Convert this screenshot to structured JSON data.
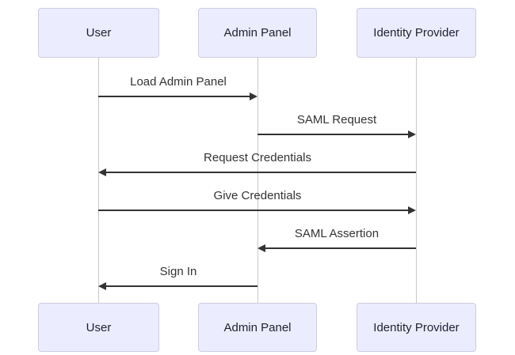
{
  "diagram": {
    "type": "sequence-diagram",
    "actors": [
      {
        "id": "user",
        "label": "User"
      },
      {
        "id": "admin-panel",
        "label": "Admin Panel"
      },
      {
        "id": "identity-provider",
        "label": "Identity Provider"
      }
    ],
    "messages": [
      {
        "from": "User",
        "to": "Admin Panel",
        "label": "Load Admin Panel",
        "direction": "right"
      },
      {
        "from": "Admin Panel",
        "to": "Identity Provider",
        "label": "SAML Request",
        "direction": "right"
      },
      {
        "from": "Identity Provider",
        "to": "User",
        "label": "Request Credentials",
        "direction": "left"
      },
      {
        "from": "User",
        "to": "Identity Provider",
        "label": "Give Credentials",
        "direction": "right"
      },
      {
        "from": "Identity Provider",
        "to": "Admin Panel",
        "label": "SAML Assertion",
        "direction": "left"
      },
      {
        "from": "Admin Panel",
        "to": "User",
        "label": "Sign In",
        "direction": "left"
      }
    ],
    "colors": {
      "actor_fill": "#ECECFF",
      "actor_border": "#CCCCDF",
      "arrow": "#333333",
      "lifeline": "#C9C9C9",
      "message_text": "#333333",
      "background": "#FFFFFF"
    }
  }
}
